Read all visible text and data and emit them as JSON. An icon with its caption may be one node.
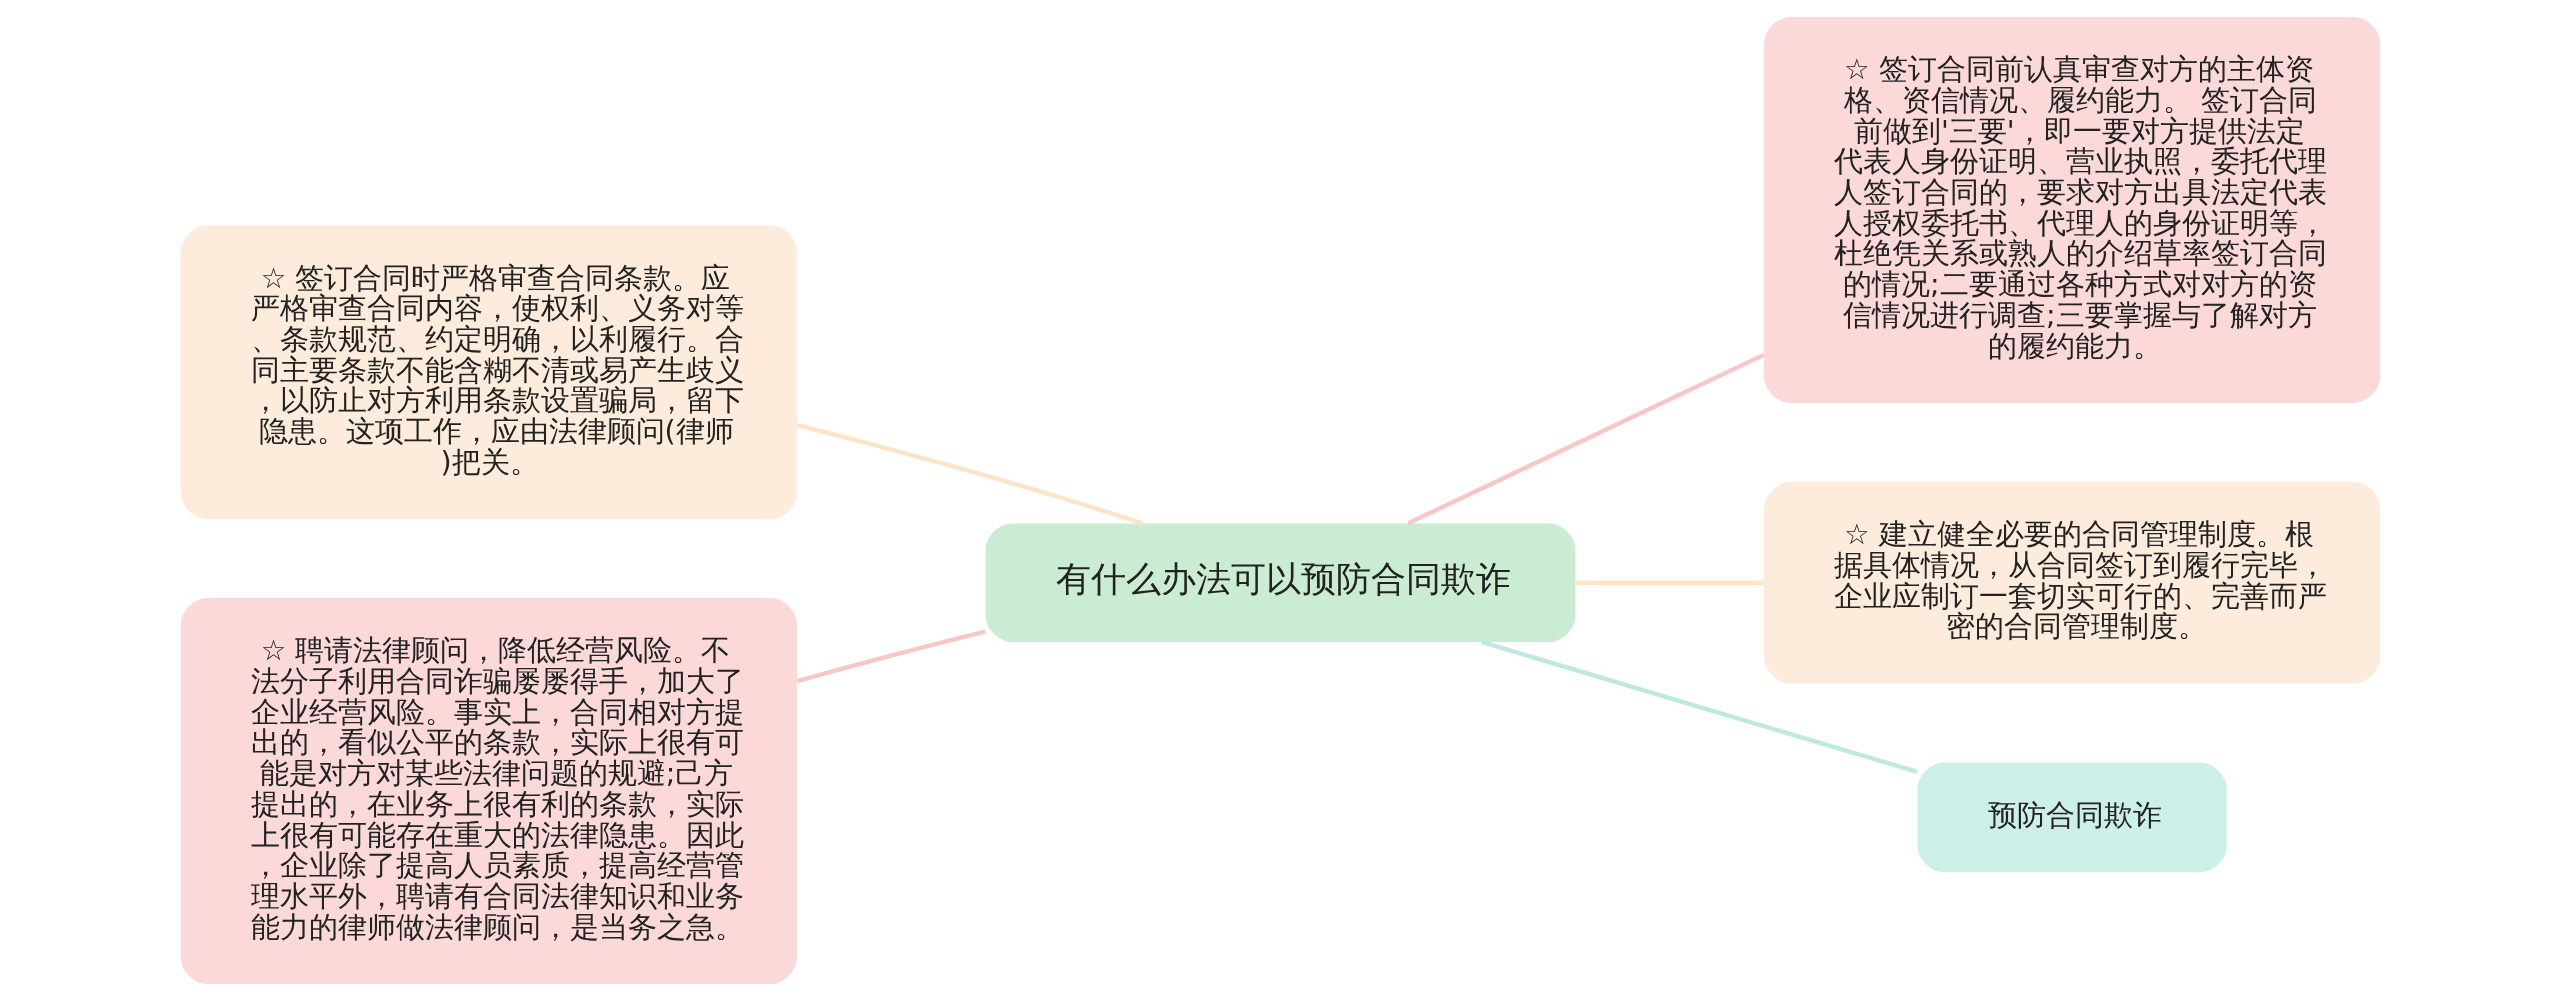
{
  "diagram": {
    "nodes": [
      {
        "text": [
          "有什么办法可以预防合同欺诈"
        ]
      },
      {
        "text": [
          "☆ 签订合同时严格审查合同条款。应严格审查合同内容，使权利、义务对等、条款规范、约定明确，以利履行。合同主要条款不能含糊不清或易产生歧义，以防止对方利用条款设置骗局，留下隐患。这项工作，应由法律顾问(律师)把关。"
        ]
      },
      {
        "text": [
          "☆ 聘请法律顾问，降低经营风险。不法分子利用合同诈骗屡屡得手，加大了企业经营风险。事实上，合同相对方提出的，看似公平的条款，实际上很有可能是对方对某些法律问题的规避;己方提出的，在业务上很有利的条款，实际上很有可能存在重大的法律隐患。因此，企业除了提高人员素质，提高经营管理水平外，聘请有合同法律知识和业务能力的律师做法律顾问，是当务之急。"
        ]
      },
      {
        "text": [
          "☆ 签订合同前认真审查对方的主体资格、资信情况、履约能力。 签订合同前做到'三要'，即一要对方提供法定代表人身份证明、营业执照，委托代理人签订合同的，要求对方出具法定代表人授权委托书、代理人的身份证明等，杜绝凭关系或熟人的介绍草率签订合同的情况;二要通过各种方式对对方的资信情况进行调查;三要掌握与了解对方的履约能力。"
        ]
      },
      {
        "text": [
          "☆ 建立健全必要的合同管理制度。根据具体情况，从合同签订到履行完毕，企业应制订一套切实可行的、完善而严密的合同管理制度。"
        ]
      },
      {
        "text": [
          "预防合同欺诈"
        ]
      }
    ],
    "edges": [
      {
        "from": 0,
        "to": 1,
        "arrow": "none",
        "color": "#fde3c8"
      },
      {
        "from": 0,
        "to": 2,
        "arrow": "none",
        "color": "#f7c6c6"
      },
      {
        "from": 0,
        "to": 3,
        "arrow": "none",
        "color": "#f7c6c6"
      },
      {
        "from": 0,
        "to": 4,
        "arrow": "none",
        "color": "#fde3c8"
      },
      {
        "from": 0,
        "to": 5,
        "arrow": "none",
        "color": "#bfe8e0"
      }
    ]
  }
}
